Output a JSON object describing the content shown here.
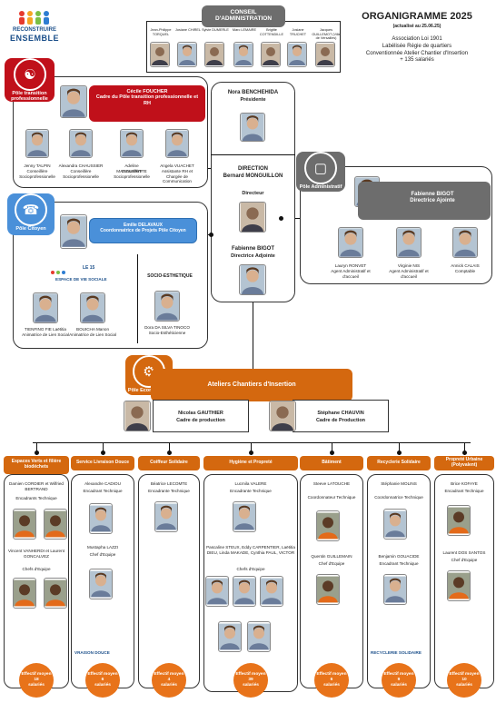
{
  "logo": {
    "line1": "RECONSTRUIRE",
    "line2": "ENSEMBLE"
  },
  "title": "ORGANIGRAMME 2025",
  "subtitle": "(actualisé au 25.06.25)",
  "assoc": [
    "Association Loi 1901",
    "Labélisée Régie de quartiers",
    "Conventionnée Atelier Chantier d'Insertion",
    "+ 135 salariés"
  ],
  "conseil": {
    "label": "CONSEIL D'ADMINISTRATION",
    "members": [
      "Jean-Philippe TORQUEL",
      "Josiane CHIREL",
      "Sylvie DUMERLE",
      "Marc LEMAIRE",
      "Brigitte COTTENDILLE",
      "Josiane TRUCHET",
      "Jacques GUILLEMOT (Ville de Versailles)"
    ]
  },
  "presidente": {
    "name": "Nora BENCHEHIDA",
    "role": "Présidente"
  },
  "direction": {
    "label": "DIRECTION",
    "name": "Bernard MONGUILLON",
    "role": "Directeur"
  },
  "adjointe": {
    "name": "Fabienne BIGOT",
    "role": "Directrice Adjointe"
  },
  "pole_transition": {
    "tag": "Pôle transition professionnelle",
    "head": {
      "name": "Cécile FOUCHER",
      "role": "Cadre du Pôle transition professionnelle et RH"
    },
    "members": [
      {
        "name": "Jenny TALPIN",
        "role": "Conseillère Socioprofessionelle"
      },
      {
        "name": "Alexandra CHAUSSIER",
        "role": "Conseillère Socioprofessionelle"
      },
      {
        "name": "Adeline MARGUERITTE",
        "role": "Conseillère Socioprofessionelle"
      },
      {
        "name": "Angela VUACHET",
        "role": "Assistante RH et Chargée de Communication"
      }
    ]
  },
  "pole_admin": {
    "tag": "Pôle Administratif",
    "head": {
      "name": "Fabienne BIGOT",
      "role": "Directrice Ajointe"
    },
    "members": [
      {
        "name": "Lauryn RONVET",
        "role": "Agent Administratif et d'accueil"
      },
      {
        "name": "Virginie NIS",
        "role": "Agent Administratif et d'accueil"
      },
      {
        "name": "Annick CALAIS",
        "role": "Comptable"
      }
    ]
  },
  "pole_citoyen": {
    "tag": "Pôle Citoyen",
    "head": {
      "name": "Emilie DELAVAUX",
      "role": "Coordonnatrice de Projets Pôle Citoyen"
    },
    "svs_logo": "ESPACE DE VIE SOCIALE",
    "svs_top": "LE 15",
    "socio_label": "SOCIO-ESTHETIQUE",
    "members": [
      {
        "name": "TIENFING FIE Laëtitia",
        "role": "Animatrice de Lien Social"
      },
      {
        "name": "BOUICHA Manon",
        "role": "Animatrice de Lien Social"
      },
      {
        "name": "Dora DA SILVA TINOCO",
        "role": "Socio-Esthéticienne"
      }
    ]
  },
  "pole_eco": {
    "tag": "Pôle Economique",
    "head": "Ateliers Chantiers d'Insertion",
    "cadres": [
      {
        "name": "Nicolas GAUTHIER",
        "role": "Cadre de production"
      },
      {
        "name": "Stéphane CHAUVIN",
        "role": "Cadre de Production"
      }
    ]
  },
  "columns": [
    {
      "title": "Espaces Verts et filière biodéchets",
      "lines": [
        "Damien CORDIER et Wilfried BERTRAND",
        "Encadrants Technique",
        "Vincent VANHERDI et Laurent GONCALVEZ",
        "Chefs d'Equipe"
      ],
      "eff": [
        "Effectif moyen",
        "18",
        "salariés"
      ]
    },
    {
      "title": "Service Livraison Douce",
      "lines": [
        "Alexandre CADIOU",
        "Encadrant Technique",
        "Mustapha LAZZI",
        "Chef d'Equipe"
      ],
      "logo": "VRAISON DOUCE",
      "eff": [
        "Effectif moyen",
        "6",
        "salariés"
      ]
    },
    {
      "title": "Coiffeur Solidaire",
      "lines": [
        "Béatrice LECOMTE",
        "Encadrante Technique"
      ],
      "eff": [
        "Effectif moyen",
        "4",
        "salariés"
      ]
    },
    {
      "title": "Hygiène et Propreté",
      "lines": [
        "Lucmila VALERE",
        "Encadrante Technique",
        "Pascaline STEUX, Eddy CARPENTIER, Laëtitia DIEU, Linda MAKADE, Cynthia PAUL, VICTOR",
        "Chefs d'Equipe"
      ],
      "eff": [
        "Effectif moyen",
        "39",
        "salariés"
      ]
    },
    {
      "title": "Bâtiment",
      "lines": [
        "Steeve LATOUCHE",
        "Coordonnateur Technique",
        "Quentin GUILLEMAIN",
        "Chef d'Equipe"
      ],
      "eff": [
        "Effectif moyen",
        "6",
        "salariés"
      ]
    },
    {
      "title": "Recyclerie Solidaire",
      "lines": [
        "Stéphanie MOLINS",
        "Coordonnatrice Technique",
        "Benjamin GOUACIDE",
        "Encadrant Technique"
      ],
      "logo": "RECYCLERIE SOLIDAIRE",
      "eff": [
        "Effectif moyen",
        "9",
        "salariés"
      ]
    },
    {
      "title": "Propreté Urbaine (Polyvalent)",
      "lines": [
        "Brice KOFAYE",
        "Encadrant Technique",
        "Laurent DOS SANTOS",
        "Chef d'Equipe"
      ],
      "eff": [
        "Effectif moyen",
        "10",
        "salariés"
      ]
    }
  ],
  "colors": {
    "red": "#c0101a",
    "blue": "#4a90d9",
    "orange": "#d4680f",
    "grey": "#6d6d6d"
  }
}
